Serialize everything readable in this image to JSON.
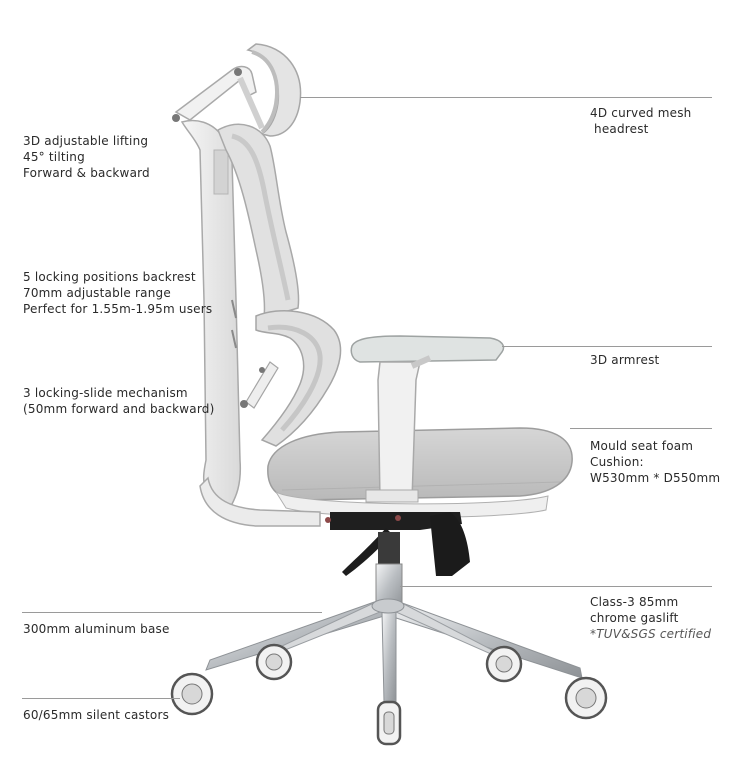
{
  "callouts": {
    "headrest": {
      "lines": [
        "4D curved mesh",
        " headrest"
      ]
    },
    "lifting": {
      "lines": [
        "3D adjustable lifting",
        "45° tilting",
        "Forward & backward"
      ]
    },
    "backrest": {
      "lines": [
        "5 locking positions backrest",
        "70mm adjustable range",
        "Perfect for 1.55m-1.95m users"
      ]
    },
    "armrest": {
      "lines": [
        "3D armrest"
      ]
    },
    "slide": {
      "lines": [
        "3 locking-slide mechanism",
        "(50mm forward and backward)"
      ]
    },
    "seat": {
      "lines": [
        "Mould seat foam",
        "Cushion:",
        "W530mm * D550mm"
      ]
    },
    "gaslift": {
      "lines": [
        "Class-3 85mm",
        "chrome gaslift",
        "*TUV&SGS certified"
      ]
    },
    "base": {
      "lines": [
        "300mm aluminum base"
      ]
    },
    "castors": {
      "lines": [
        "60/65mm silent castors"
      ]
    }
  },
  "colors": {
    "frame": "#e9e9e9",
    "mesh": "#cfcfcf",
    "seat_fabric": "#c9c9c9",
    "mechanism": "#1d1d1d",
    "aluminum": "#b8bcc0",
    "accent": "#8d4a4a"
  }
}
